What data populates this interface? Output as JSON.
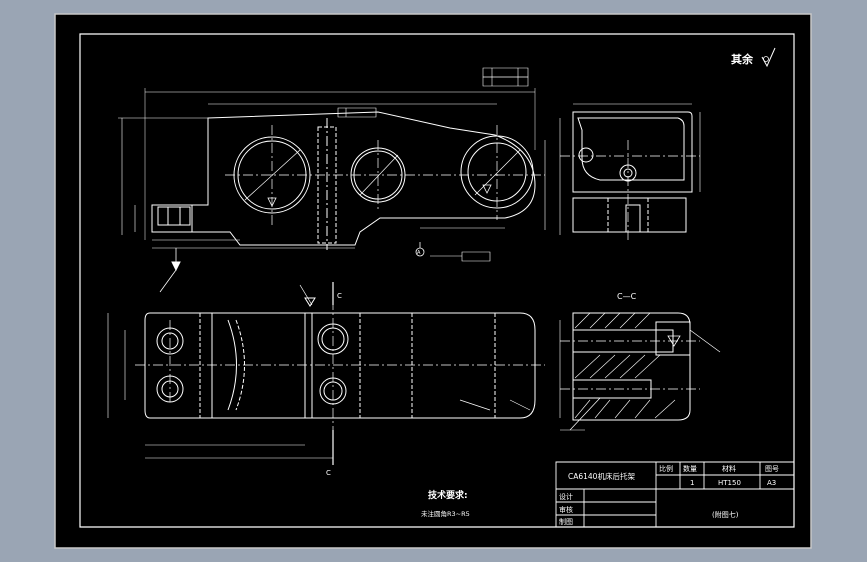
{
  "roughness_note": "其余",
  "technical_requirements": {
    "title": "技术要求:",
    "line1": "未注圆角R3~R5"
  },
  "section_label": "C—C",
  "cut_labels": [
    "C",
    "C"
  ],
  "datum_label": "A",
  "title_block": {
    "part_name": "CA6140机床后托架",
    "scale_header": "比例",
    "qty_header": "数量",
    "material_header": "材料",
    "drawing_no_header": "图号",
    "qty": "1",
    "material": "HT150",
    "sheet": "A3",
    "design": "设计",
    "check": "审核",
    "drawn": "制图",
    "unit": "(附图七)"
  },
  "colors": {
    "paper": "#000000",
    "outer_bg": "#9aa5b4",
    "line": "#ffffff",
    "border_frame": "#d0d0d0"
  }
}
